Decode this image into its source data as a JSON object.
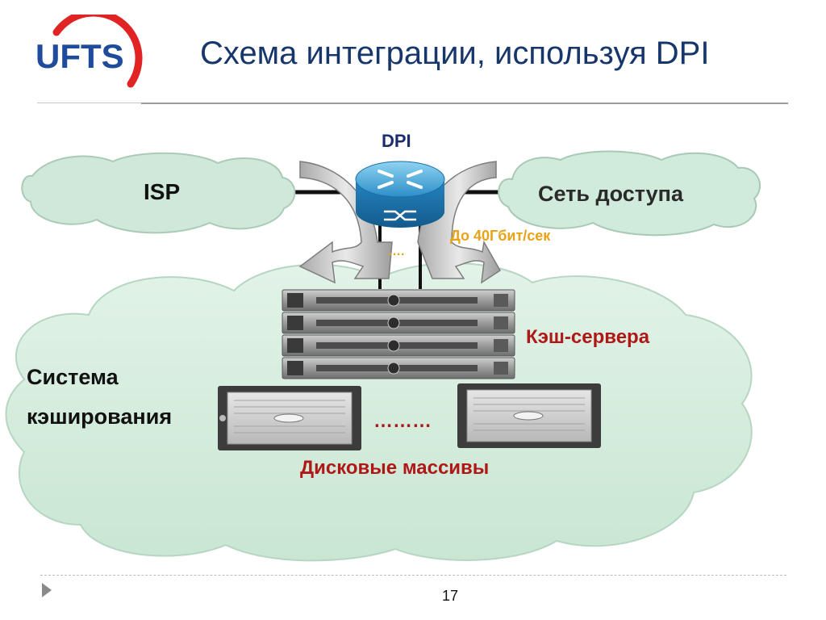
{
  "slide": {
    "logo_text": "UFTS",
    "title": "Схема интеграции, используя DPI",
    "page_number": "17"
  },
  "diagram": {
    "dpi_label": "DPI",
    "isp_label": "ISP",
    "access_network_label": "Сеть доступа",
    "speed_label": "До 40Гбит/сек",
    "small_ellipsis": "….",
    "cache_servers_label": "Кэш-сервера",
    "caching_system_line1": "Система",
    "caching_system_line2": "кэширования",
    "disk_ellipsis": "………",
    "disk_arrays_label": "Дисковые массивы"
  },
  "colors": {
    "title": "#17366b",
    "cloud_fill": "#d5ecde",
    "accent_red": "#b01818",
    "accent_orange": "#e8a317",
    "logo_blue": "#1e4b9c",
    "logo_red": "#e02424"
  }
}
